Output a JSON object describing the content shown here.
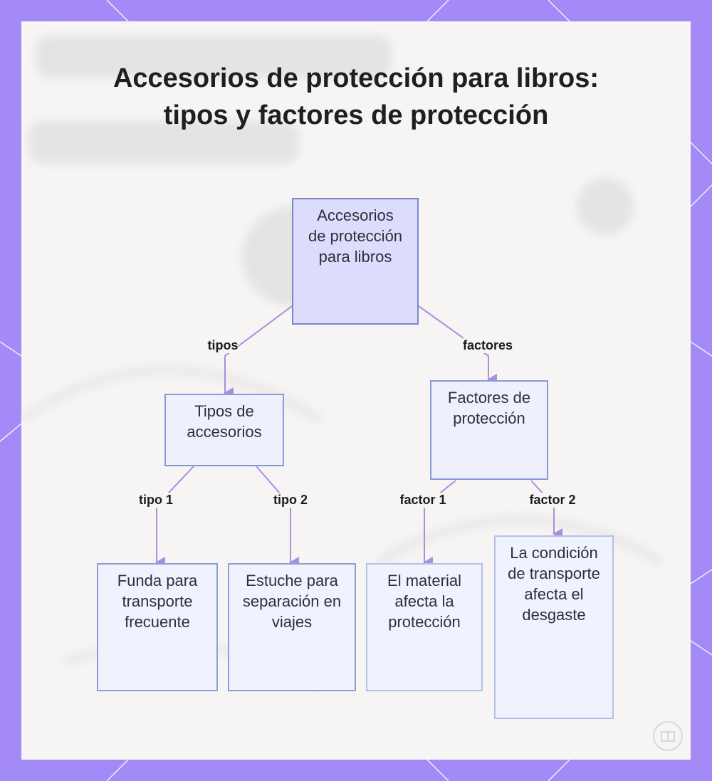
{
  "title": "Accesorios de protección para libros: tipos y factores de protección",
  "nodes": {
    "root": "Accesorios de protección para libros",
    "tipos": "Tipos de accesorios",
    "factores": "Factores de protección",
    "funda": "Funda para transporte frecuente",
    "estuche": "Estuche para separación en viajes",
    "material": "El material afecta la protección",
    "condicion": "La condición de transporte afecta el desgaste"
  },
  "edges": {
    "tipos": "tipos",
    "factores": "factores",
    "tipo1": "tipo 1",
    "tipo2": "tipo 2",
    "factor1": "factor 1",
    "factor2": "factor 2"
  },
  "colors": {
    "frame": "#a48af7",
    "edge": "#a88fe0",
    "root_fill": "#dcdcfd",
    "node_border": "#7a86c8"
  }
}
